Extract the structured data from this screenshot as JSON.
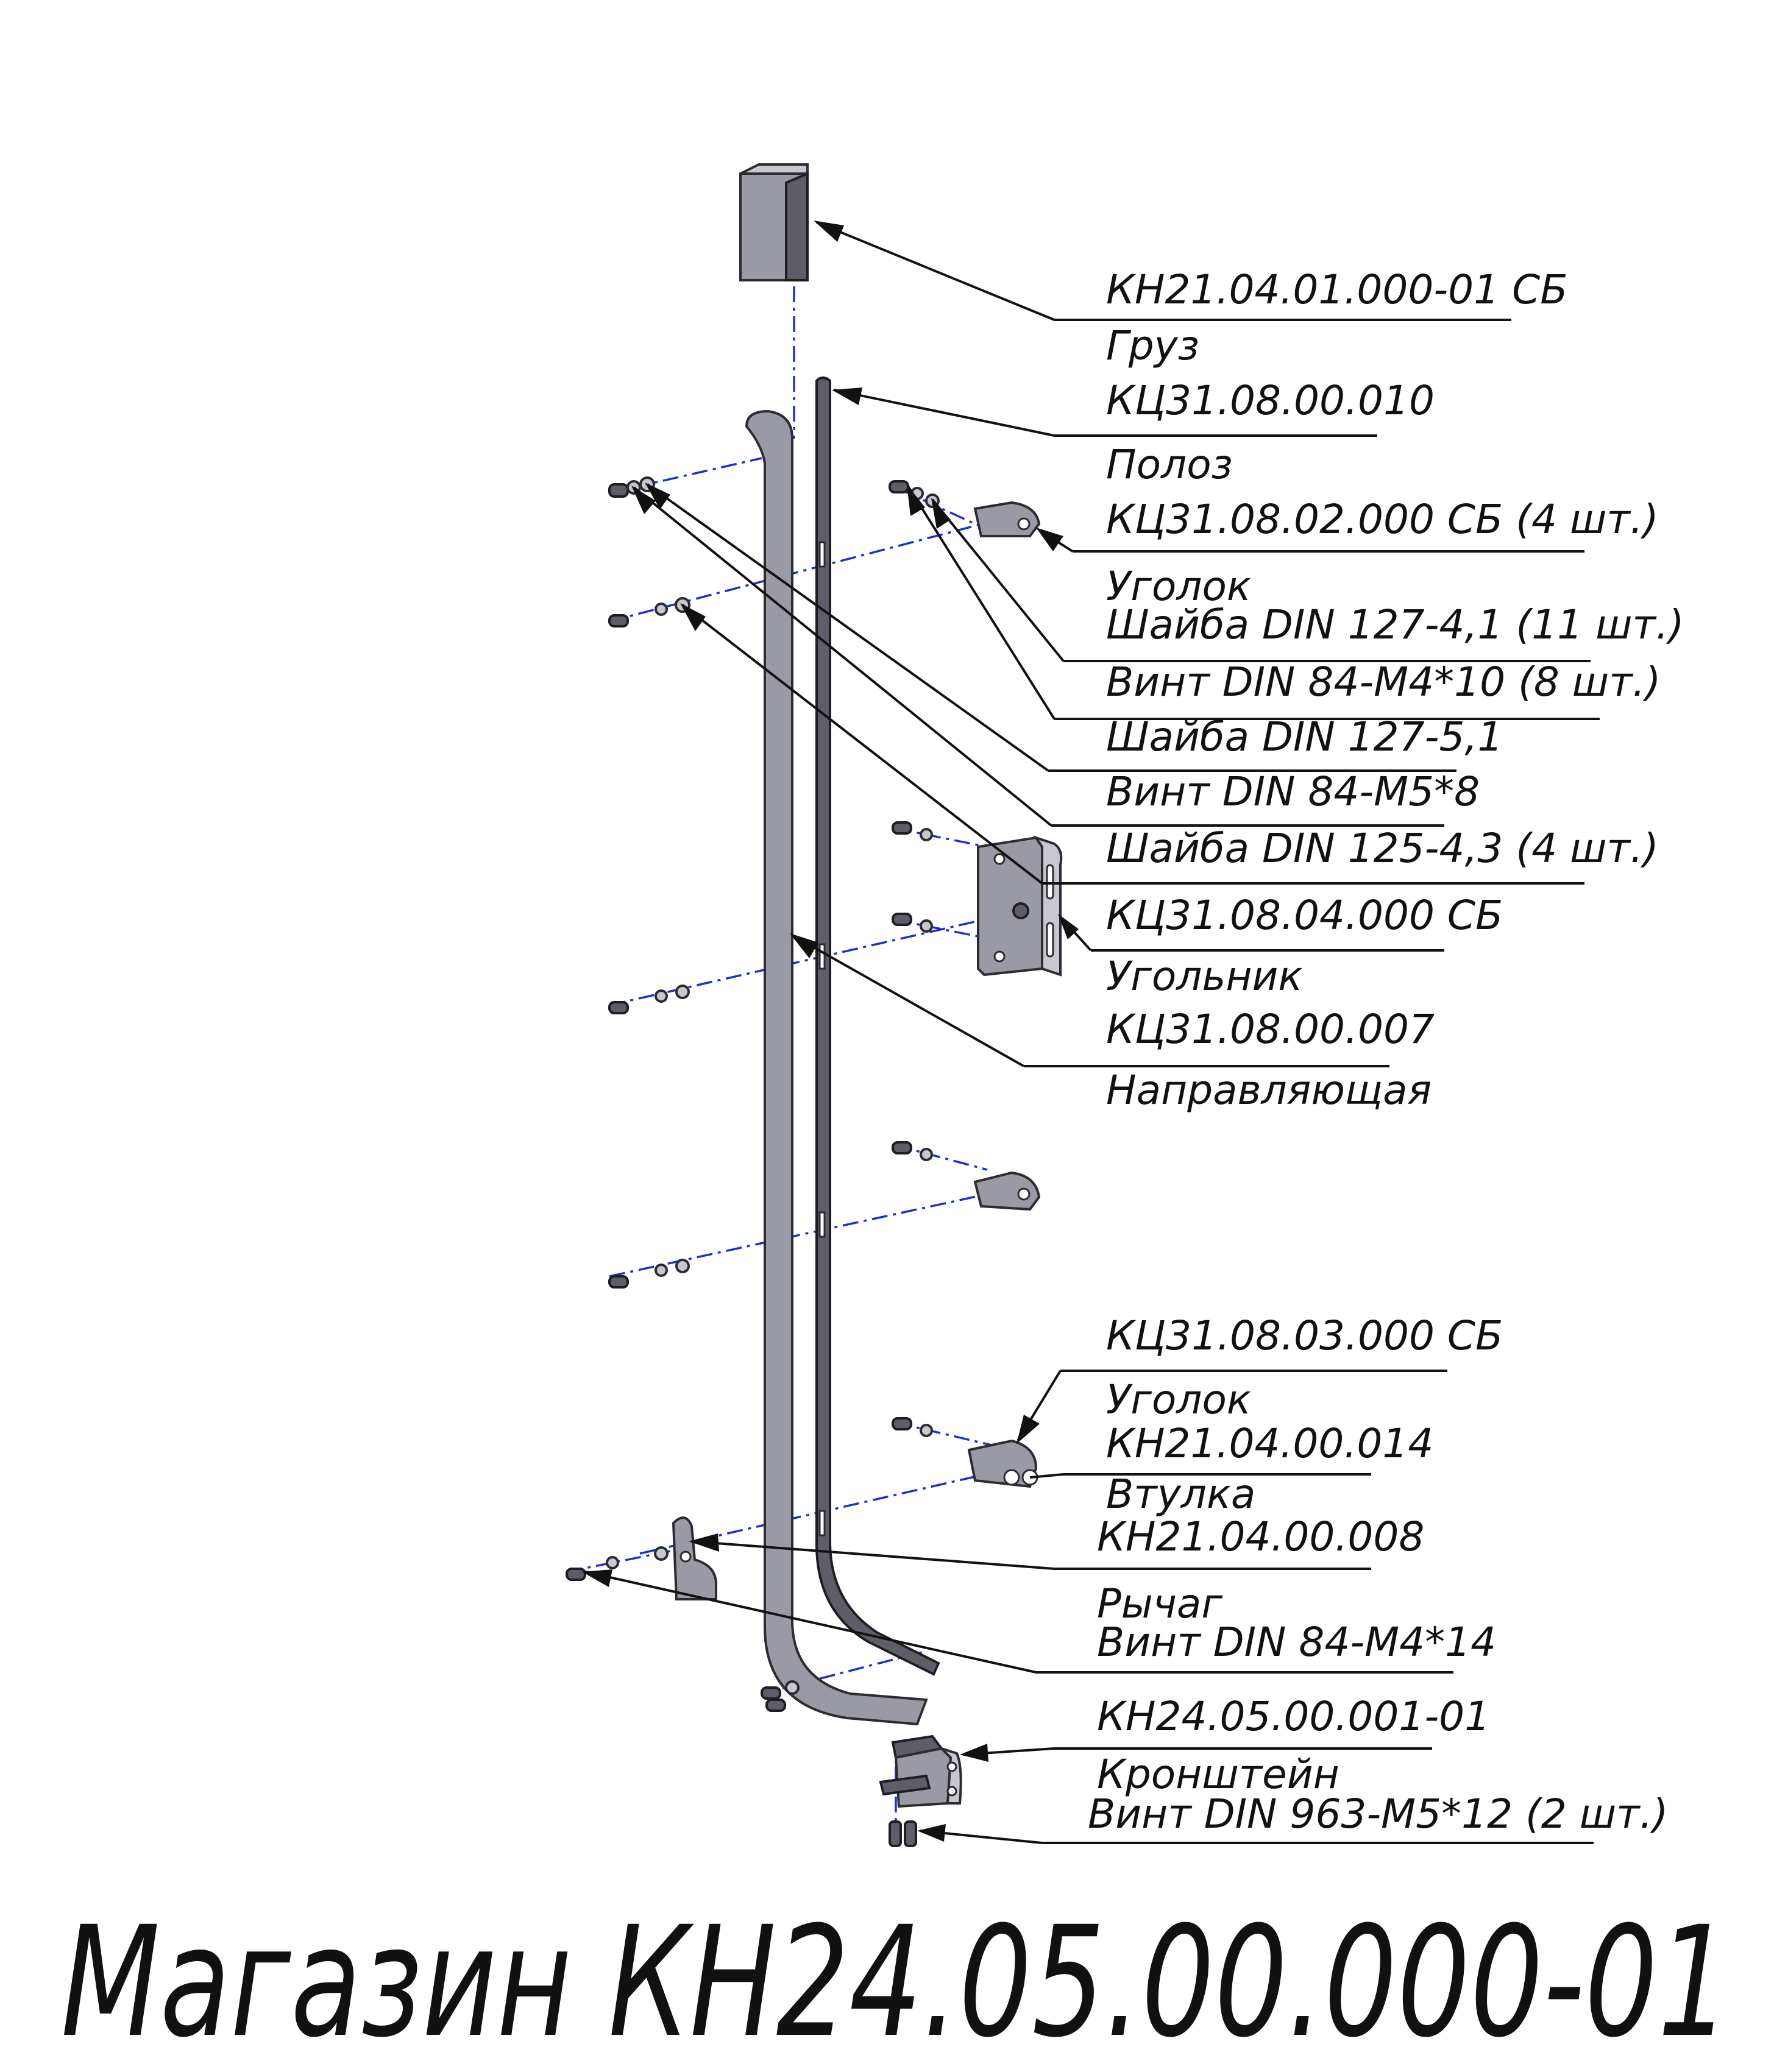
{
  "title": "Магазин КН24.05.00.000-01",
  "callouts": [
    {
      "code": "КН21.04.01.000-01 СБ",
      "name": "Груз"
    },
    {
      "code": "КЦ31.08.00.010",
      "name": "Полоз"
    },
    {
      "code": "КЦ31.08.02.000 СБ (4 шт.)",
      "name": "Уголок"
    },
    {
      "code": "Шайба DIN 127-4,1 (11 шт.)"
    },
    {
      "code": "Винт DIN 84-M4*10 (8 шт.)"
    },
    {
      "code": "Шайба DIN 127-5,1"
    },
    {
      "code": "Винт DIN 84-M5*8"
    },
    {
      "code": "Шайба DIN 125-4,3 (4 шт.)"
    },
    {
      "code": "КЦ31.08.04.000 СБ",
      "name": "Угольник"
    },
    {
      "code": "КЦ31.08.00.007",
      "name": "Направляющая"
    },
    {
      "code": "КЦ31.08.03.000 СБ",
      "name": "Уголок"
    },
    {
      "code": "КН21.04.00.014",
      "name": "Втулка"
    },
    {
      "code": "КН21.04.00.008",
      "name": "Рычаг"
    },
    {
      "code": "Винт DIN 84-M4*14"
    },
    {
      "code": "КН24.05.00.001-01",
      "name": "Кронштейн"
    },
    {
      "code": "Винт DIN 963-M5*12 (2 шт.)"
    }
  ],
  "colors": {
    "axis_lines": "#1a2fd0",
    "parts": "#9a9aa4"
  }
}
